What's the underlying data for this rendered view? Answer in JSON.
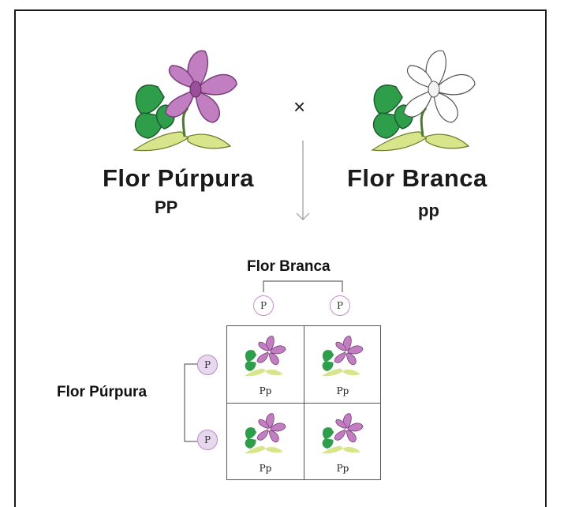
{
  "parents": {
    "left": {
      "label": "Flor Púrpura",
      "genotype": "PP",
      "color": "#c17fc1"
    },
    "right": {
      "label": "Flor Branca",
      "genotype": "pp",
      "color": "#ffffff"
    },
    "cross_symbol": "×"
  },
  "punnett": {
    "column_parent_label": "Flor Branca",
    "row_parent_label": "Flor Púrpura",
    "column_alleles": [
      "P",
      "P"
    ],
    "row_alleles": [
      "P",
      "P"
    ],
    "cells": [
      [
        "Pp",
        "Pp"
      ],
      [
        "Pp",
        "Pp"
      ]
    ]
  },
  "colors": {
    "purple_petal": "#c17fc1",
    "leaf_green": "#2e9e4a",
    "stem_yellow": "#d9e58a"
  }
}
